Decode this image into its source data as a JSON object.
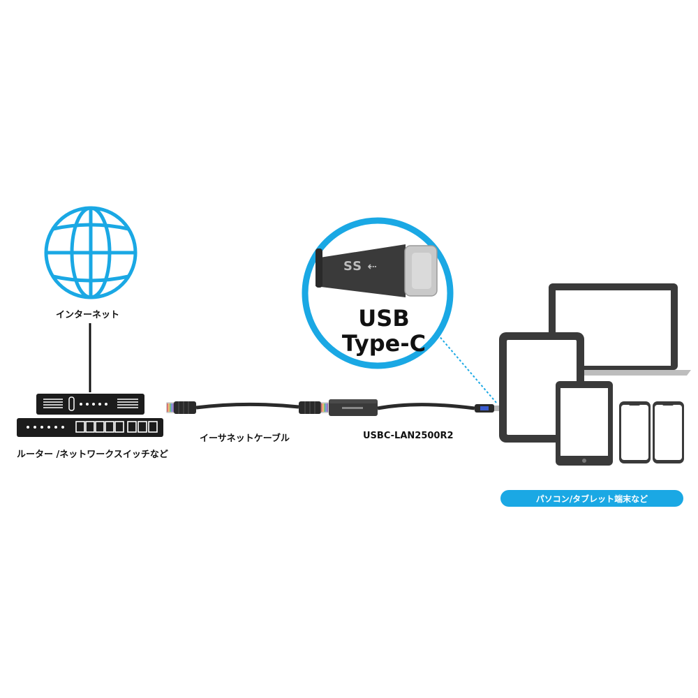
{
  "labels": {
    "internet": "インターネット",
    "router": "ルーター /ネットワークスイッチなど",
    "ethernet_cable": "イーサネットケーブル",
    "product": "USBC-LAN2500R2",
    "devices": "パソコン/タブレット端末など",
    "zoom_line1": "USB",
    "zoom_line2": "Type-C",
    "ss_logo": "SS"
  },
  "colors": {
    "accent": "#1aa8e4",
    "dark": "#1c1c1c",
    "device_gray": "#3a3a3a"
  },
  "icons": [
    "globe-icon",
    "router-icon",
    "switch-icon",
    "cable-icon",
    "adapter-icon",
    "laptop-icon",
    "tablet-icon",
    "phone-icon"
  ]
}
